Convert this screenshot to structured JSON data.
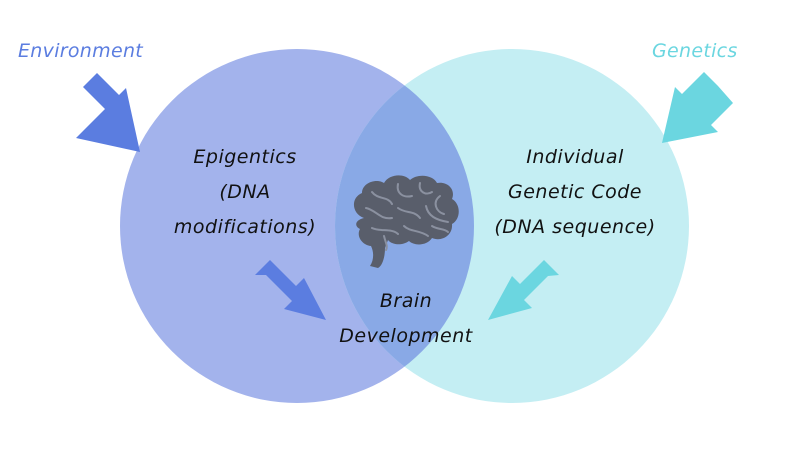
{
  "environment": {
    "label": "Environment"
  },
  "genetics": {
    "label": "Genetics"
  },
  "left_circle": {
    "lines": [
      "Epigentics",
      "(DNA",
      "modifications)"
    ]
  },
  "right_circle": {
    "lines": [
      "Individual",
      "Genetic Code",
      "(DNA sequence)"
    ]
  },
  "center": {
    "lines": [
      "Brain",
      "Development"
    ],
    "icon": "brain-icon"
  },
  "colors": {
    "environment": "#5b7de0",
    "genetics": "#6bd6e0",
    "left_circle": "#a3b3ec",
    "right_circle": "#c4eef3",
    "overlap": "#89a9e6",
    "brain": "#595e6b"
  }
}
